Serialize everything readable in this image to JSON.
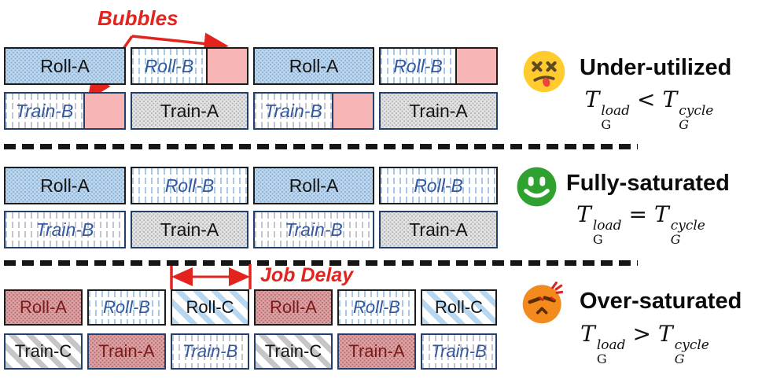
{
  "colors": {
    "accent_red": "#e3231e",
    "blue_label": "#33589e",
    "maroon_label": "#7b1b1b",
    "navy_border": "#22406e",
    "black_border": "#1c1c1c",
    "pink_bubble": "#f7b5b5",
    "green_emoji": "#2fa12e",
    "orange_emoji": "#f28a1e",
    "yellow_emoji": "#ffcb2e"
  },
  "annotations": {
    "bubbles": "Bubbles",
    "job_delay": "Job Delay"
  },
  "sections": [
    {
      "name": "under-utilized",
      "title": "Under-utilized",
      "emoji": "dizzy-face",
      "formula": {
        "lhs_base": "T",
        "lhs_sub": "G",
        "lhs_sup": "load",
        "op": "<",
        "rhs_base": "T",
        "rhs_sub": "G",
        "rhs_sup": "cycle"
      },
      "rows": [
        {
          "kind": "roll-row",
          "boxes": [
            {
              "label": "Roll-A",
              "pattern": "blue-dots",
              "ink": "black"
            },
            {
              "label": "Roll-B",
              "pattern": "blue-dash",
              "ink": "blue",
              "bubble": true
            },
            {
              "label": "Roll-A",
              "pattern": "blue-dots",
              "ink": "black"
            },
            {
              "label": "Roll-B",
              "pattern": "blue-dash",
              "ink": "blue",
              "bubble": true
            }
          ]
        },
        {
          "kind": "train-row",
          "boxes": [
            {
              "label": "Train-B",
              "pattern": "gray-dash",
              "ink": "blue",
              "bubble": true
            },
            {
              "label": "Train-A",
              "pattern": "gray-dots",
              "ink": "black"
            },
            {
              "label": "Train-B",
              "pattern": "gray-dash",
              "ink": "blue",
              "bubble": true
            },
            {
              "label": "Train-A",
              "pattern": "gray-dots",
              "ink": "black"
            }
          ]
        }
      ]
    },
    {
      "name": "fully-saturated",
      "title": "Fully-saturated",
      "emoji": "smiling-face",
      "formula": {
        "lhs_base": "T",
        "lhs_sub": "G",
        "lhs_sup": "load",
        "op": "=",
        "rhs_base": "T",
        "rhs_sub": "G",
        "rhs_sup": "cycle"
      },
      "rows": [
        {
          "kind": "roll-row",
          "boxes": [
            {
              "label": "Roll-A",
              "pattern": "blue-dots",
              "ink": "black"
            },
            {
              "label": "Roll-B",
              "pattern": "blue-dash",
              "ink": "blue"
            },
            {
              "label": "Roll-A",
              "pattern": "blue-dots",
              "ink": "black"
            },
            {
              "label": "Roll-B",
              "pattern": "blue-dash",
              "ink": "blue"
            }
          ]
        },
        {
          "kind": "train-row",
          "boxes": [
            {
              "label": "Train-B",
              "pattern": "gray-dash",
              "ink": "blue"
            },
            {
              "label": "Train-A",
              "pattern": "gray-dots",
              "ink": "black"
            },
            {
              "label": "Train-B",
              "pattern": "gray-dash",
              "ink": "blue"
            },
            {
              "label": "Train-A",
              "pattern": "gray-dots",
              "ink": "black"
            }
          ]
        }
      ]
    },
    {
      "name": "over-saturated",
      "title": "Over-saturated",
      "emoji": "angry-face",
      "formula": {
        "lhs_base": "T",
        "lhs_sub": "G",
        "lhs_sup": "load",
        "op": ">",
        "rhs_base": "T",
        "rhs_sub": "G",
        "rhs_sup": "cycle"
      },
      "rows": [
        {
          "kind": "roll-row",
          "boxes": [
            {
              "label": "Roll-A",
              "pattern": "pink-dots",
              "ink": "maroon"
            },
            {
              "label": "Roll-B",
              "pattern": "blue-dash",
              "ink": "blue"
            },
            {
              "label": "Roll-C",
              "pattern": "blue-stripe",
              "ink": "black"
            },
            {
              "label": "Roll-A",
              "pattern": "pink-dots",
              "ink": "maroon"
            },
            {
              "label": "Roll-B",
              "pattern": "blue-dash",
              "ink": "blue"
            },
            {
              "label": "Roll-C",
              "pattern": "blue-stripe",
              "ink": "black"
            }
          ]
        },
        {
          "kind": "train-row",
          "boxes": [
            {
              "label": "Train-C",
              "pattern": "gray-stripe",
              "ink": "black"
            },
            {
              "label": "Train-A",
              "pattern": "pink-dots",
              "ink": "maroon"
            },
            {
              "label": "Train-B",
              "pattern": "gray-dash",
              "ink": "blue"
            },
            {
              "label": "Train-C",
              "pattern": "gray-stripe",
              "ink": "black"
            },
            {
              "label": "Train-A",
              "pattern": "pink-dots",
              "ink": "maroon"
            },
            {
              "label": "Train-B",
              "pattern": "gray-dash",
              "ink": "blue"
            }
          ]
        }
      ]
    }
  ]
}
